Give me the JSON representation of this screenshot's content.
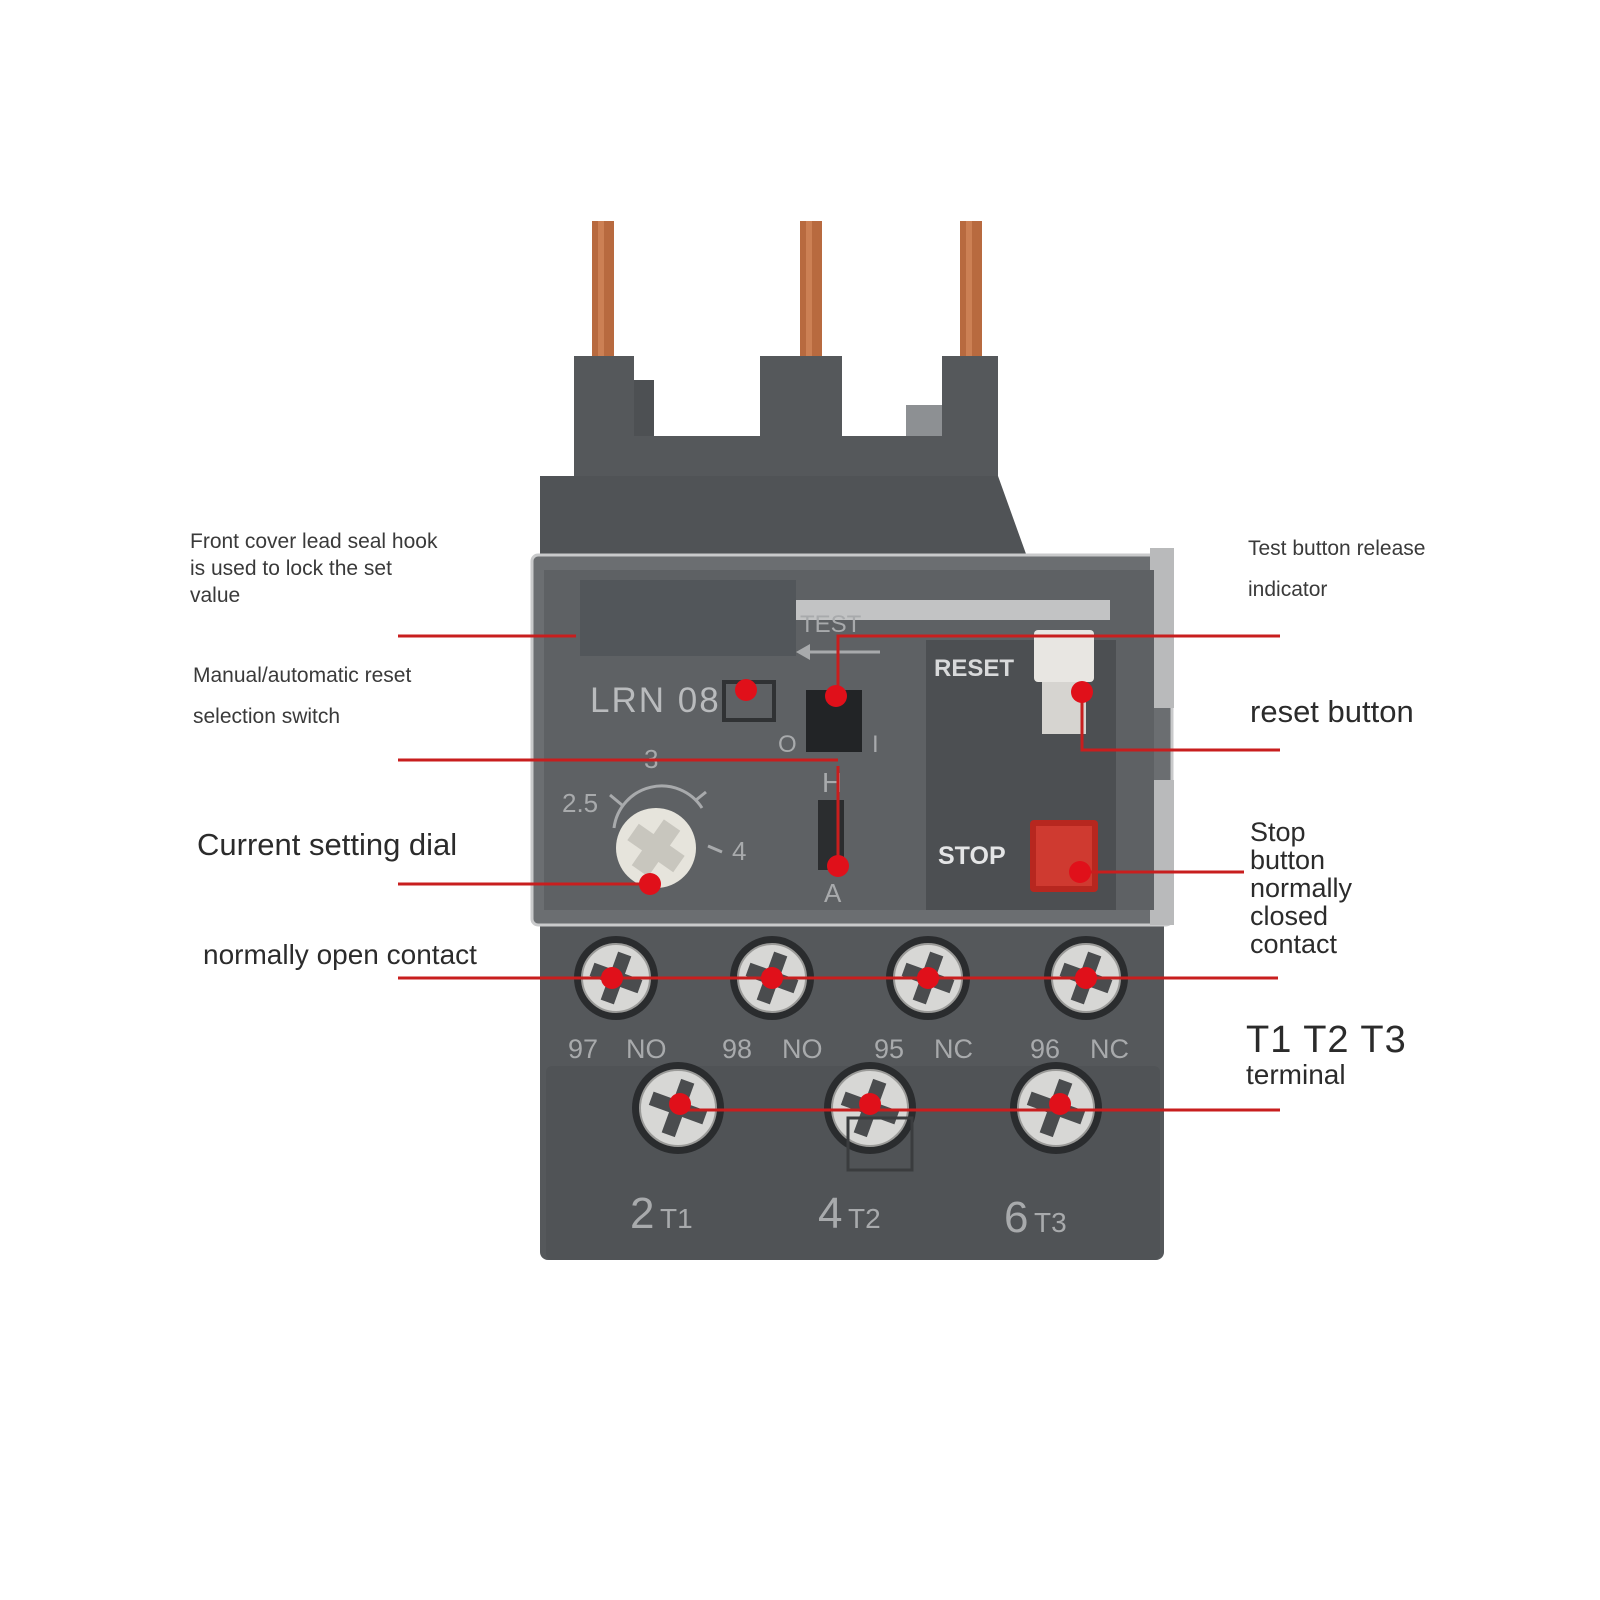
{
  "callouts": {
    "seal_hook": [
      "Front cover lead seal hook",
      "is used to lock the set",
      "value"
    ],
    "reset_switch": [
      "Manual/automatic reset",
      "selection switch"
    ],
    "dial": "Current setting dial",
    "no_contact": "normally open contact",
    "test_indicator": [
      "Test button release",
      "indicator"
    ],
    "reset_button": "reset button",
    "stop": [
      "Stop",
      "button",
      "normally",
      "closed",
      "contact"
    ],
    "terminal_top": "T1  T2  T3",
    "terminal_bottom": "terminal"
  },
  "device": {
    "model": "LRN 08",
    "test": "TEST",
    "reset": "RESET",
    "stop": "STOP",
    "switch_o": "O",
    "switch_i": "I",
    "mode_h": "H",
    "mode_a": "A",
    "dial_min": "2.5",
    "dial_mid": "3",
    "dial_max": "4",
    "aux_terminals": [
      {
        "num": "97",
        "type": "NO"
      },
      {
        "num": "98",
        "type": "NO"
      },
      {
        "num": "95",
        "type": "NC"
      },
      {
        "num": "96",
        "type": "NC"
      }
    ],
    "main_terminals": [
      {
        "num": "2",
        "sub": "T1"
      },
      {
        "num": "4",
        "sub": "T2"
      },
      {
        "num": "6",
        "sub": "T3"
      }
    ]
  },
  "colors": {
    "body": "#55585b",
    "body_dark": "#3f4244",
    "cover": "#6b6e71",
    "copper": "#b86a3f",
    "leader": "#c81e1e",
    "marker": "#e0101a",
    "screw": "#d7d7d5"
  }
}
